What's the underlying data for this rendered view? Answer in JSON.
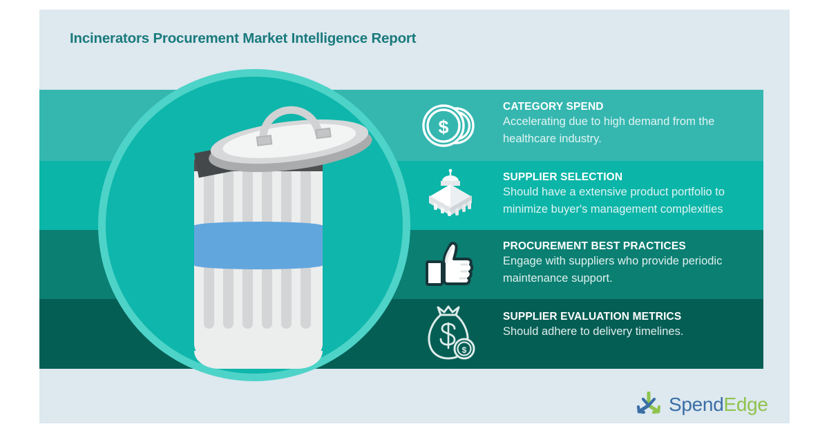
{
  "report": {
    "title": "Incinerators Procurement Market Intelligence Report"
  },
  "colors": {
    "page_background": "#ffffff",
    "card_background": "#dde8ef",
    "title_color": "#1a7a7c",
    "circle_fill": "#0fb6ab",
    "circle_ring": "#4ed3c8",
    "band_1": "#35b7b0",
    "band_2": "#0bb5a8",
    "band_3": "#0b7f72",
    "band_4": "#055e54",
    "bin_body": "#eceded",
    "bin_rib": "#d3d5d6",
    "bin_blue_band": "#62a6de",
    "logo_blue": "#3a6ea5",
    "logo_green": "#8fc34d"
  },
  "illustration": {
    "name": "incinerator-waste-bin",
    "parts": [
      "lid",
      "handle",
      "body",
      "ribs",
      "blue-band"
    ]
  },
  "bands": [
    {
      "icon": "coins-dollar-icon",
      "heading": "CATEGORY SPEND",
      "body": "Accelerating due to high demand from the healthcare industry.",
      "color": "#35b7b0"
    },
    {
      "icon": "bank-building-icon",
      "heading": "SUPPLIER SELECTION",
      "body": "Should have a extensive product portfolio to minimize buyer's management complexities",
      "color": "#0bb5a8"
    },
    {
      "icon": "thumbs-up-icon",
      "heading": "PROCUREMENT BEST PRACTICES",
      "body": "Engage with suppliers who provide periodic maintenance support.",
      "color": "#0b7f72"
    },
    {
      "icon": "money-bag-icon",
      "heading": "SUPPLIER EVALUATION METRICS",
      "body": "Should adhere to delivery timelines.",
      "color": "#055e54"
    }
  ],
  "logo": {
    "mark": "tri-arrow-icon",
    "text_part1": "Spend",
    "text_part2": "E",
    "text_part3": "dge",
    "full_name": "SpendEdge"
  }
}
